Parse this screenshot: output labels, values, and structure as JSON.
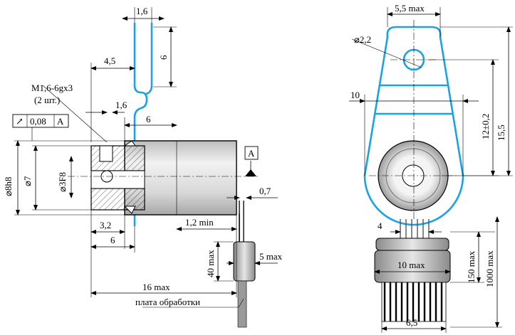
{
  "left_view": {
    "dim_1_6_top": "1,6",
    "dim_6_vertical": "6",
    "dim_4_5": "4,5",
    "thread_label": "M1,6-6gx3",
    "thread_qty": "(2 шт.)",
    "dim_1_6_mid": "1,6",
    "dim_6_shaft": "6",
    "tolerance_symbol": "↗",
    "tolerance_value": "0,08",
    "tolerance_datum": "A",
    "dia_8h8": "⌀8h8",
    "dia_7": "⌀7",
    "dia_3F8": "⌀3F8",
    "datum_label": "A",
    "dim_0_7": "0,7",
    "dim_1_2_min": "1,2 min",
    "dim_3_2": "3,2",
    "dim_6_bottom": "6",
    "dim_40_max": "40 max",
    "dim_5_max": "5 max",
    "dim_16_max": "16 max",
    "board_label": "плата обработки"
  },
  "right_view": {
    "dim_5_5_max": "5,5 max",
    "dia_2_2": "⌀2,2",
    "dim_10": "10",
    "dim_12": "12±0,2",
    "dim_15_5": "15,5",
    "dim_4": "4",
    "dim_150_max": "150 max",
    "dim_1000_max": "1000 max",
    "dim_10_max": "10 max",
    "dim_6_5": "6,5"
  },
  "colors": {
    "bracket_outline": "#1da1e6",
    "line": "#000000",
    "housing_fill": "#e0e0e0",
    "cable_fill": "#9a9a9a"
  }
}
